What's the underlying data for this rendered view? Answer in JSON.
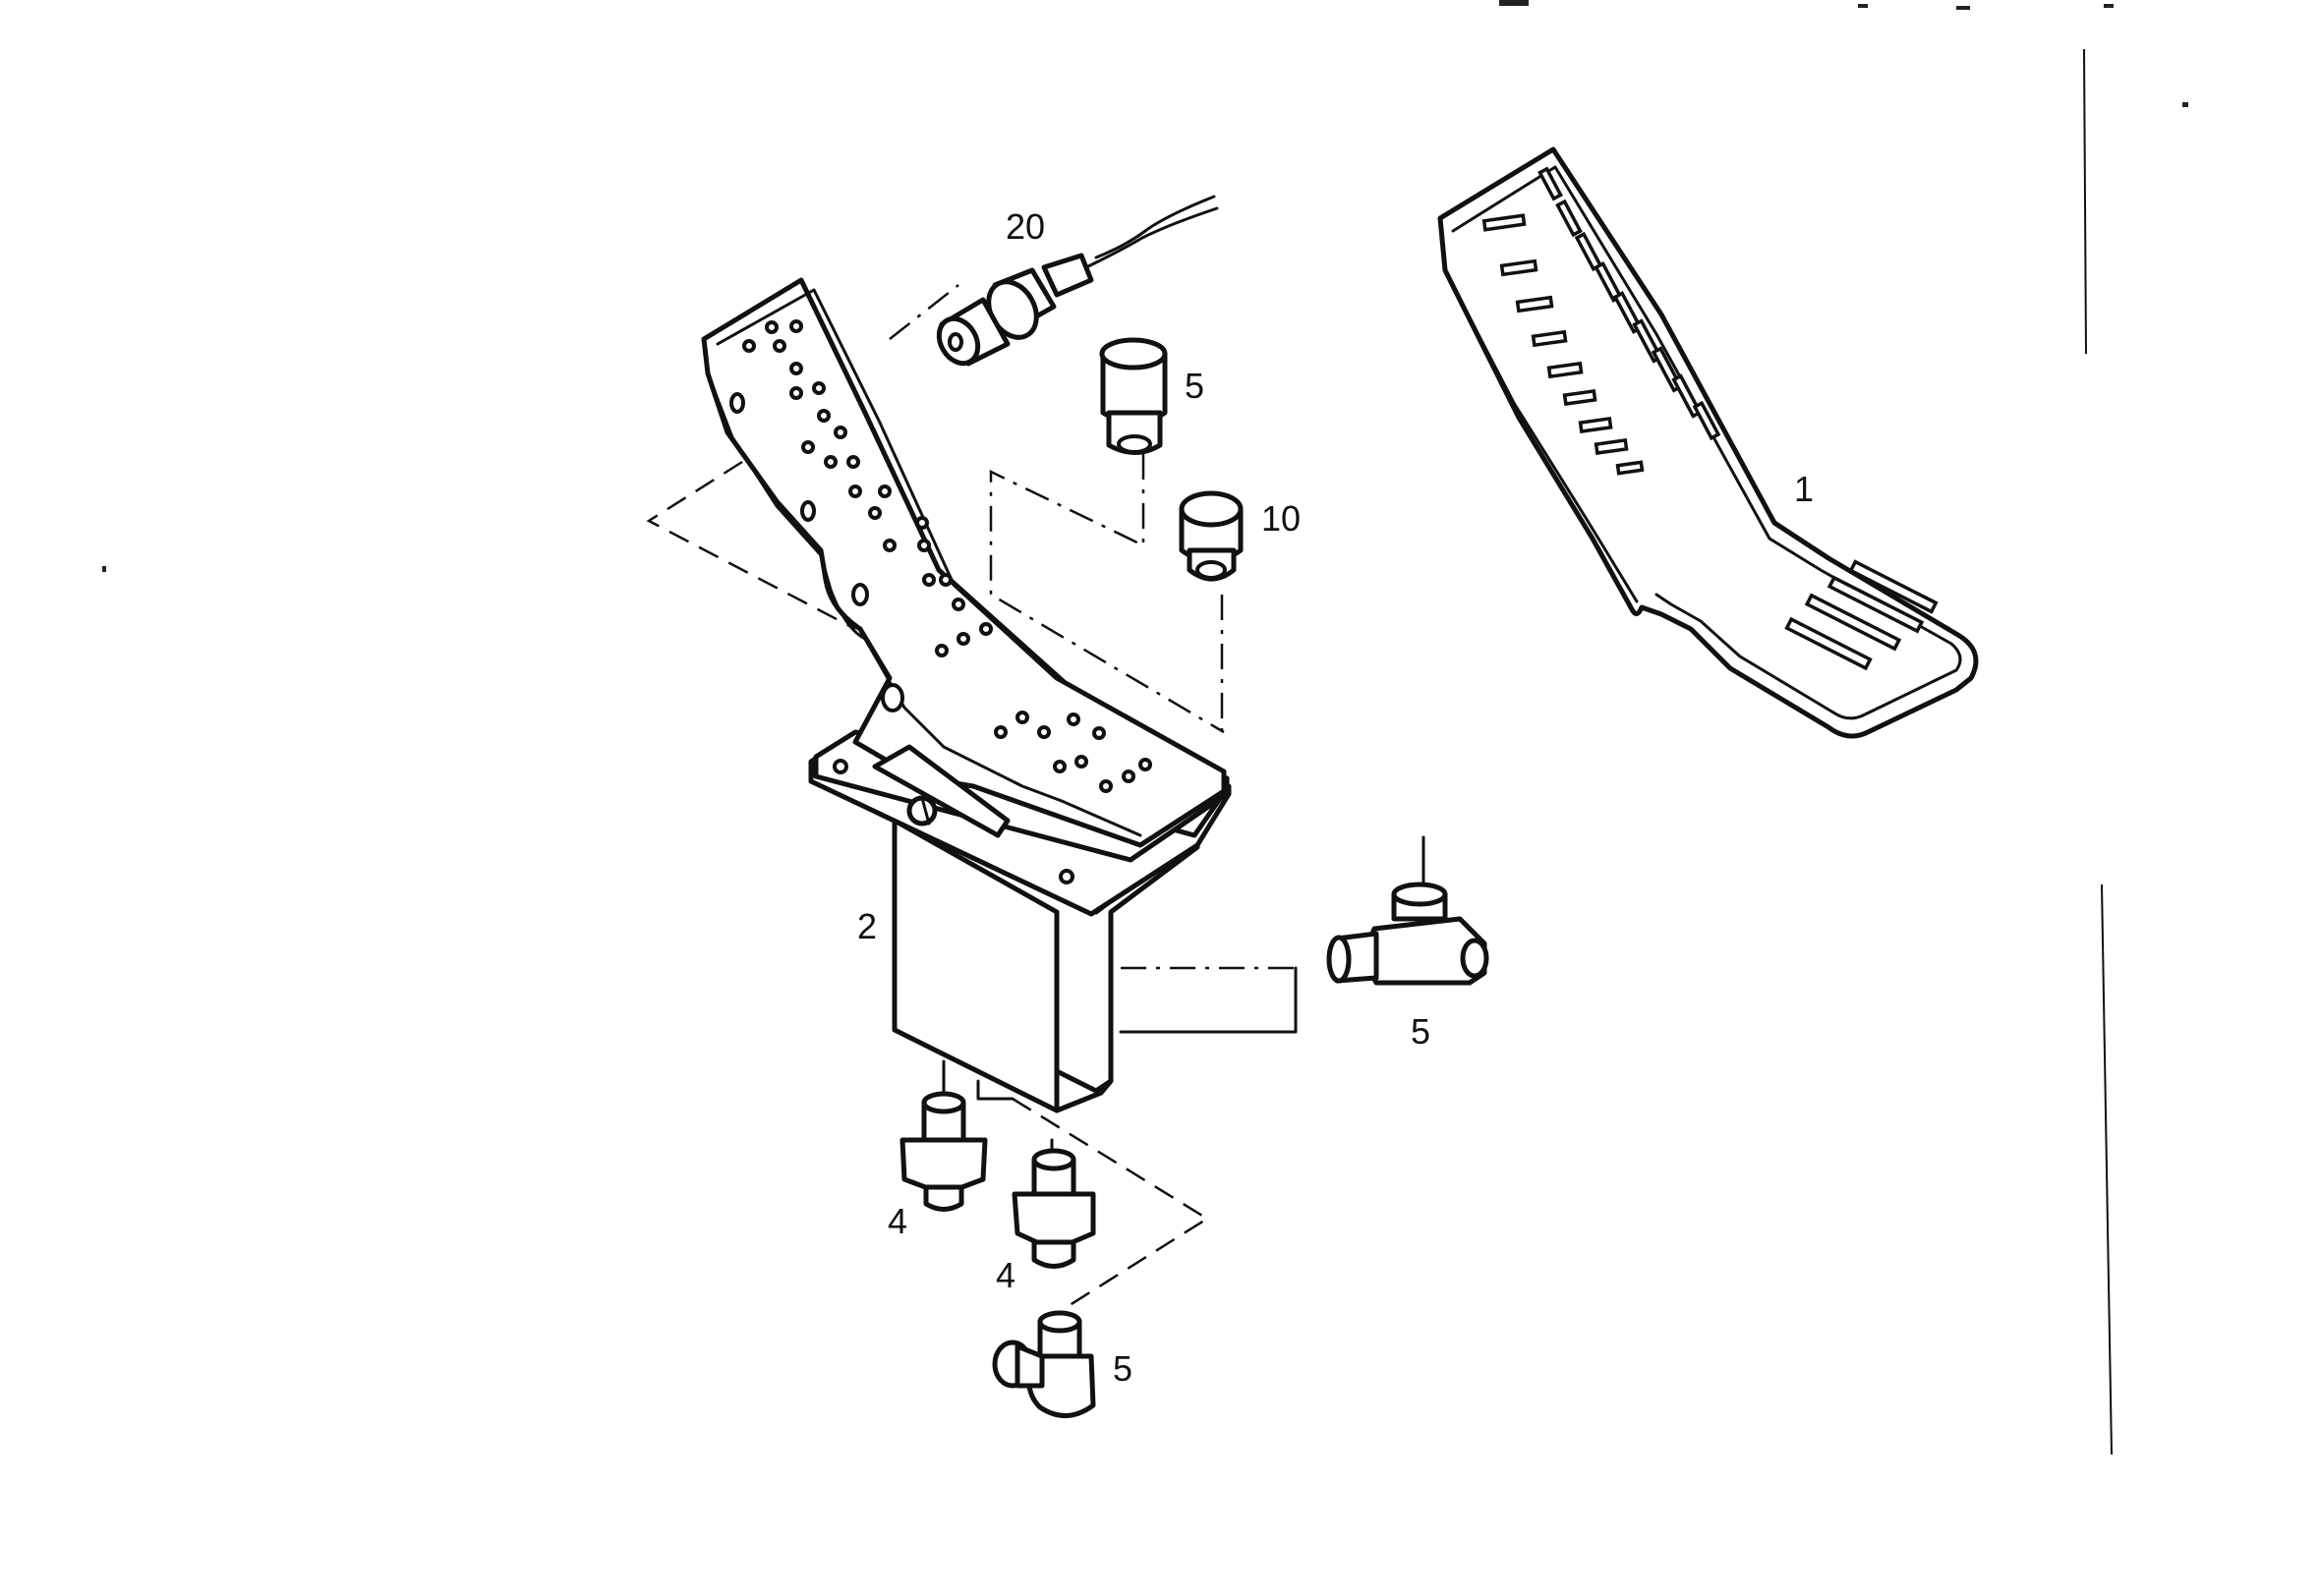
{
  "callouts": {
    "p1": "1",
    "p2": "2",
    "p4a": "4",
    "p4b": "4",
    "p5a": "5",
    "p5b": "5",
    "p5c": "5",
    "p10": "10",
    "p20": "20"
  }
}
